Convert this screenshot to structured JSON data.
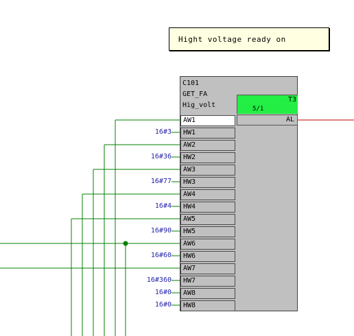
{
  "comment": {
    "text": "Hight voltage ready on"
  },
  "block": {
    "lines": [
      "C101",
      "GET_FA",
      "Hig_volt"
    ],
    "status_tag": "T3",
    "status_ratio": "5/1",
    "output": "AL"
  },
  "pins": [
    {
      "name": "AW1",
      "label": "",
      "active": true
    },
    {
      "name": "HW1",
      "label": "16#3"
    },
    {
      "name": "AW2",
      "label": ""
    },
    {
      "name": "HW2",
      "label": "16#36"
    },
    {
      "name": "AW3",
      "label": ""
    },
    {
      "name": "HW3",
      "label": "16#77"
    },
    {
      "name": "AW4",
      "label": ""
    },
    {
      "name": "HW4",
      "label": "16#4"
    },
    {
      "name": "AW5",
      "label": ""
    },
    {
      "name": "HW5",
      "label": "16#90"
    },
    {
      "name": "AW6",
      "label": ""
    },
    {
      "name": "HW6",
      "label": "16#60"
    },
    {
      "name": "AW7",
      "label": ""
    },
    {
      "name": "HW7",
      "label": "16#360"
    },
    {
      "name": "AW8",
      "label": "16#0"
    },
    {
      "name": "HW8",
      "label": "16#0"
    }
  ],
  "colors": {
    "wire": "#008000",
    "output_wire": "#c00000",
    "status": "#22ee44",
    "label": "#2222aa"
  }
}
